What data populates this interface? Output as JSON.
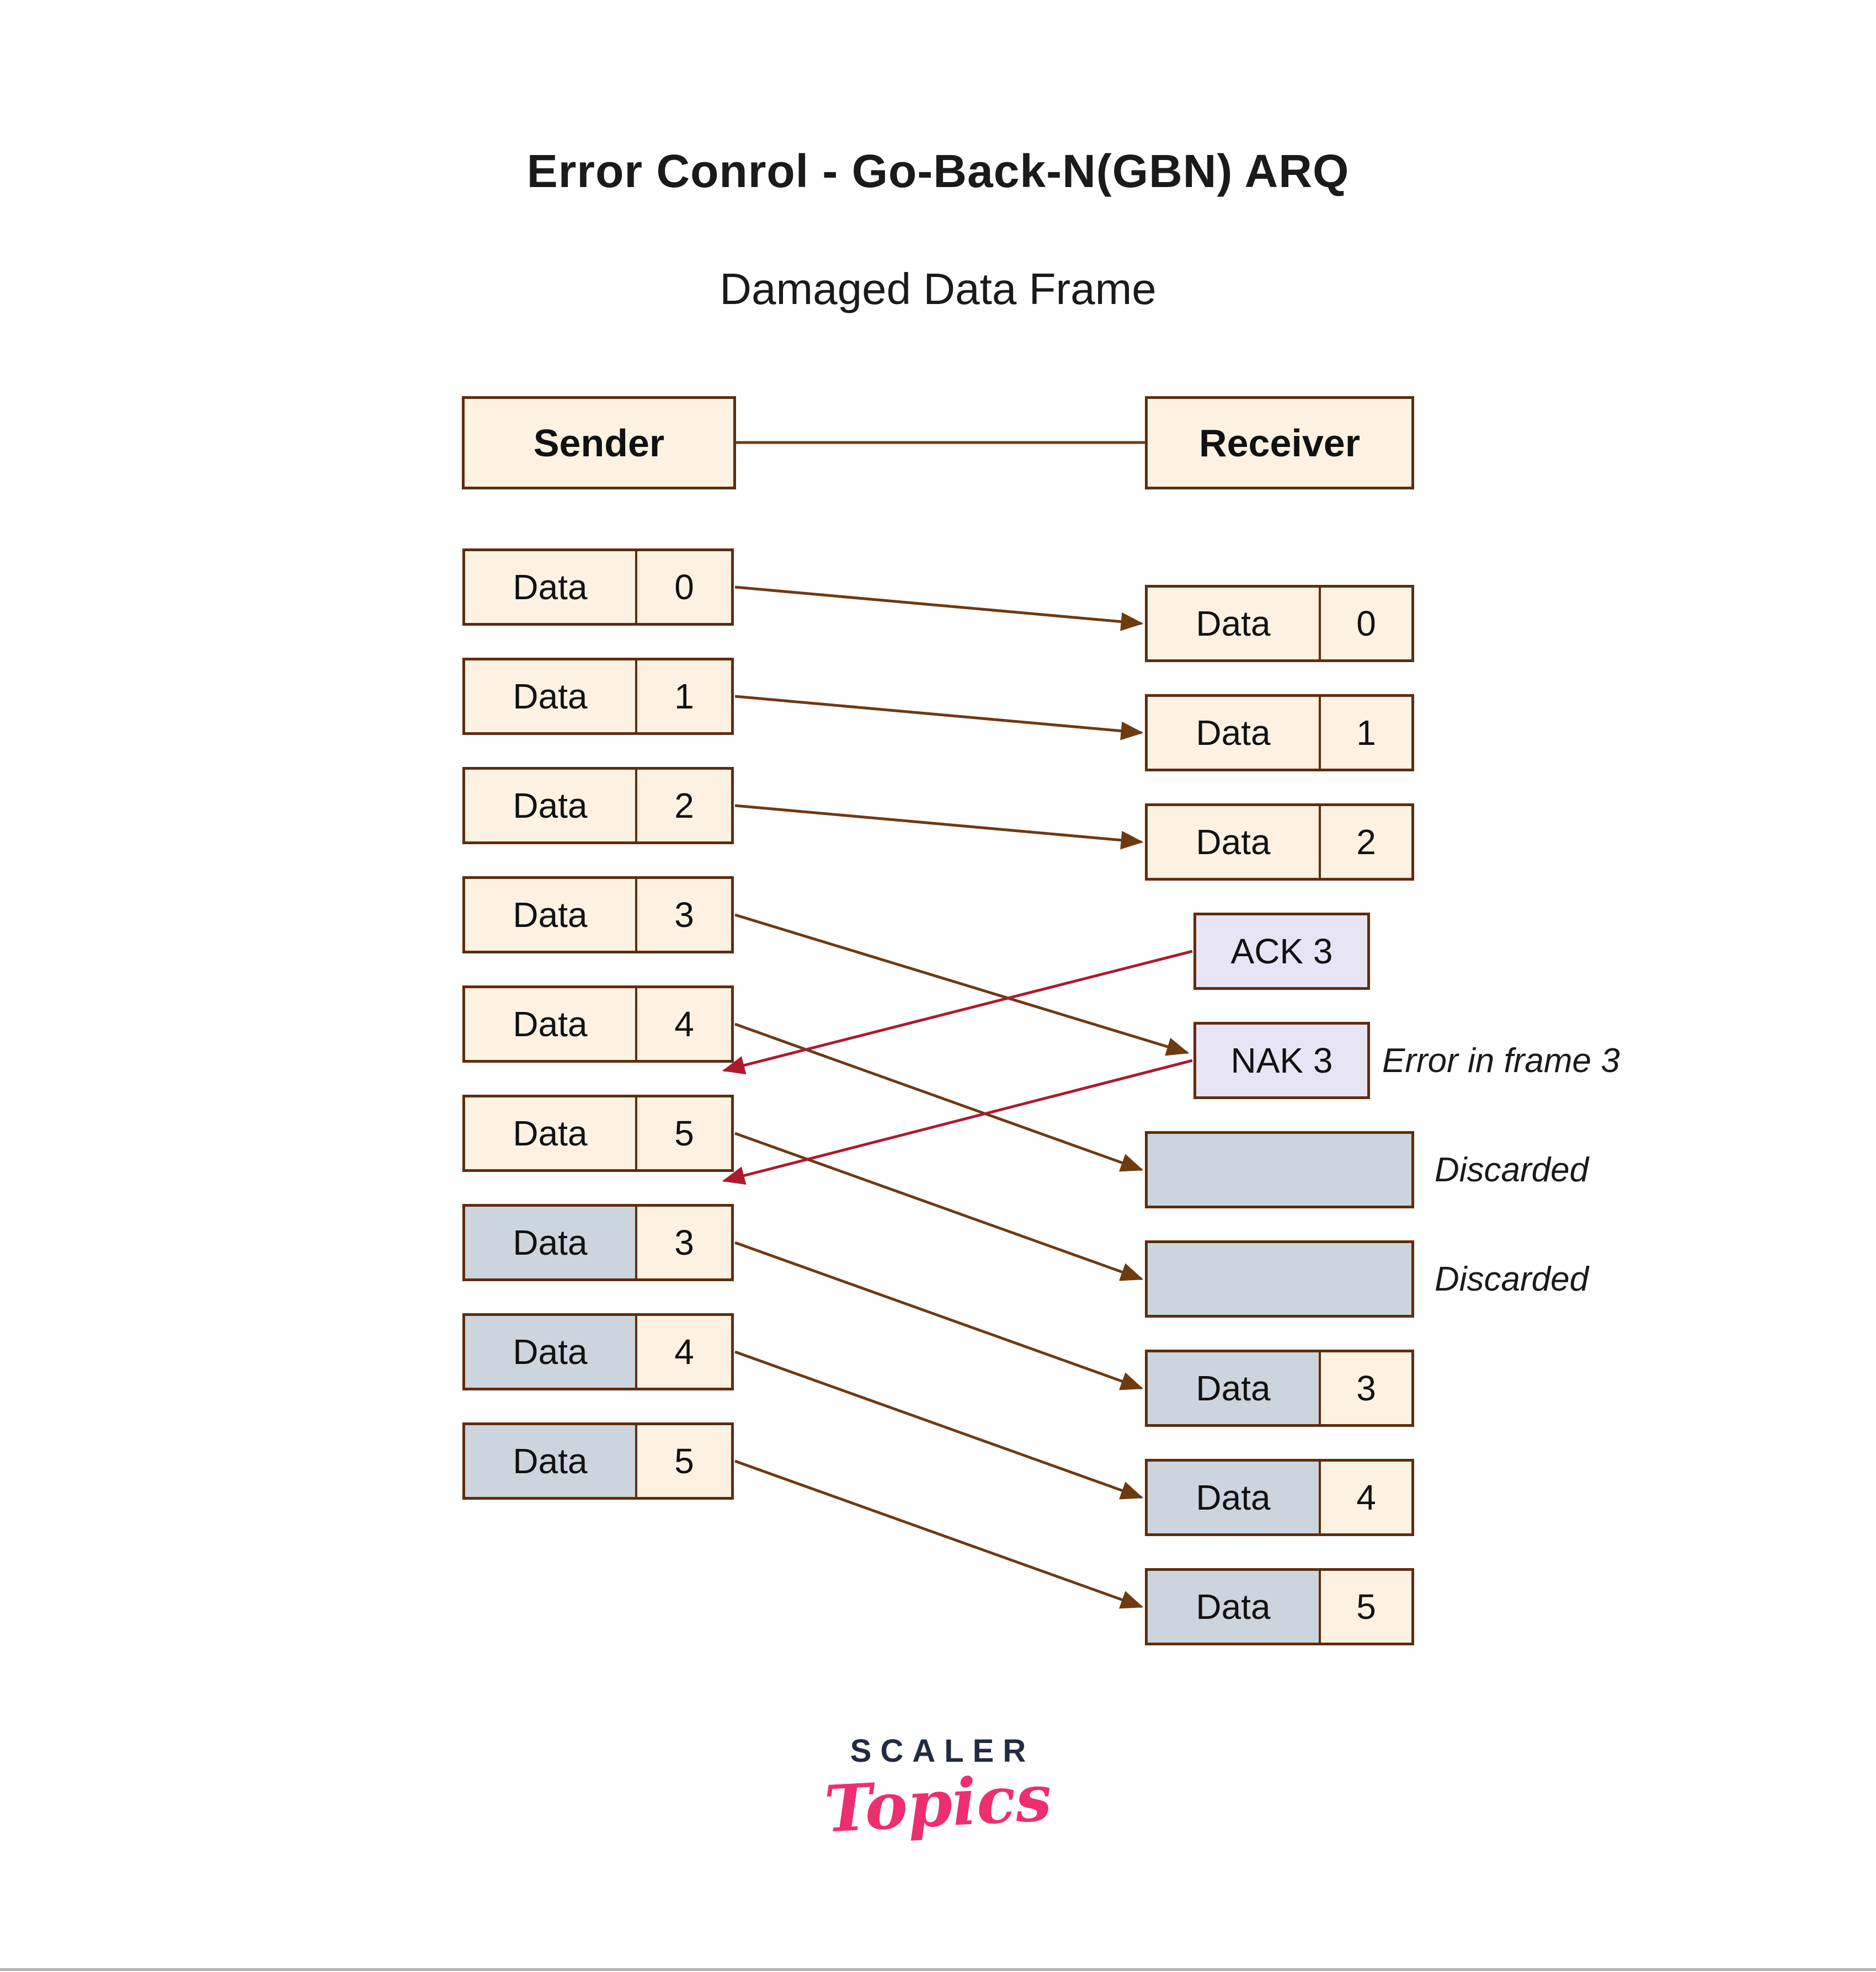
{
  "title": "Error Conrol - Go-Back-N(GBN) ARQ",
  "subtitle": "Damaged Data Frame",
  "sender": {
    "label": "Sender",
    "frames": [
      {
        "id": "s0",
        "label": "Data",
        "seq": "0",
        "resent": false
      },
      {
        "id": "s1",
        "label": "Data",
        "seq": "1",
        "resent": false
      },
      {
        "id": "s2",
        "label": "Data",
        "seq": "2",
        "resent": false
      },
      {
        "id": "s3",
        "label": "Data",
        "seq": "3",
        "resent": false
      },
      {
        "id": "s4",
        "label": "Data",
        "seq": "4",
        "resent": false
      },
      {
        "id": "s5",
        "label": "Data",
        "seq": "5",
        "resent": false
      },
      {
        "id": "s3r",
        "label": "Data",
        "seq": "3",
        "resent": true
      },
      {
        "id": "s4r",
        "label": "Data",
        "seq": "4",
        "resent": true
      },
      {
        "id": "s5r",
        "label": "Data",
        "seq": "5",
        "resent": true
      }
    ]
  },
  "receiver": {
    "label": "Receiver",
    "items": [
      {
        "id": "r0",
        "type": "frame",
        "label": "Data",
        "seq": "0",
        "resent": false,
        "slot": 0,
        "annotation": ""
      },
      {
        "id": "r1",
        "type": "frame",
        "label": "Data",
        "seq": "1",
        "resent": false,
        "slot": 1,
        "annotation": ""
      },
      {
        "id": "r2",
        "type": "frame",
        "label": "Data",
        "seq": "2",
        "resent": false,
        "slot": 2,
        "annotation": ""
      },
      {
        "id": "ack3",
        "type": "signal",
        "label": "ACK 3",
        "slot": 3,
        "annotation": ""
      },
      {
        "id": "nak3",
        "type": "signal",
        "label": "NAK 3",
        "slot": 4,
        "annotation": "Error in frame 3"
      },
      {
        "id": "disc1",
        "type": "discarded",
        "label": "",
        "slot": 5,
        "annotation": "Discarded"
      },
      {
        "id": "disc2",
        "type": "discarded",
        "label": "",
        "slot": 6,
        "annotation": "Discarded"
      },
      {
        "id": "r3",
        "type": "frame",
        "label": "Data",
        "seq": "3",
        "resent": true,
        "slot": 7,
        "annotation": ""
      },
      {
        "id": "r4",
        "type": "frame",
        "label": "Data",
        "seq": "4",
        "resent": true,
        "slot": 8,
        "annotation": ""
      },
      {
        "id": "r5",
        "type": "frame",
        "label": "Data",
        "seq": "5",
        "resent": true,
        "slot": 9,
        "annotation": ""
      }
    ]
  },
  "links": [
    {
      "from": "s0",
      "to": "r0",
      "kind": "data"
    },
    {
      "from": "s1",
      "to": "r1",
      "kind": "data"
    },
    {
      "from": "s2",
      "to": "r2",
      "kind": "data"
    },
    {
      "from": "s3",
      "to": "nak3",
      "kind": "data"
    },
    {
      "from": "s4",
      "to": "disc1",
      "kind": "data"
    },
    {
      "from": "s5",
      "to": "disc2",
      "kind": "data"
    },
    {
      "from": "ack3",
      "to": "timeline-after-s4",
      "kind": "ack"
    },
    {
      "from": "nak3",
      "to": "timeline-after-s5",
      "kind": "nak"
    },
    {
      "from": "s3r",
      "to": "r3",
      "kind": "data"
    },
    {
      "from": "s4r",
      "to": "r4",
      "kind": "data"
    },
    {
      "from": "s5r",
      "to": "r5",
      "kind": "data"
    }
  ],
  "logo": {
    "line1": "SCALER",
    "line2": "Topics"
  },
  "colors": {
    "frame_fill": "#fdf2e1",
    "resent_fill": "#ccd5dd",
    "signal_fill": "#e7e4f6",
    "border_brown": "#5e2d0f",
    "data_arrow": "#6e3a10",
    "ack_arrow": "#ad1a2f",
    "logo_navy": "#222b3f",
    "logo_pink": "#ee2f6d"
  }
}
